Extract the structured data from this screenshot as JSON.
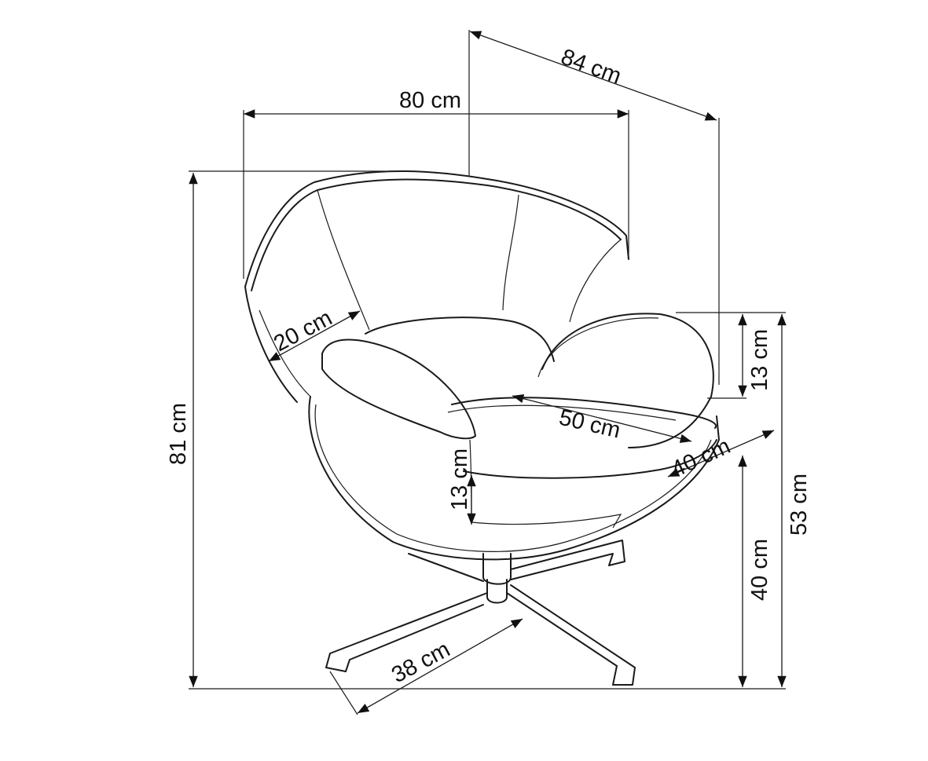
{
  "title": "Chair dimensions diagram",
  "dimensions": {
    "depth_total": "84 cm",
    "width_total": "80 cm",
    "height_total": "81 cm",
    "armrest_width": "20 cm",
    "armrest_height_right": "13 cm",
    "armrest_top_height": "53 cm",
    "seat_width": "50 cm",
    "seat_depth": "40 cm",
    "armrest_height_front": "13 cm",
    "seat_height": "40 cm",
    "base_leg": "38 cm"
  }
}
